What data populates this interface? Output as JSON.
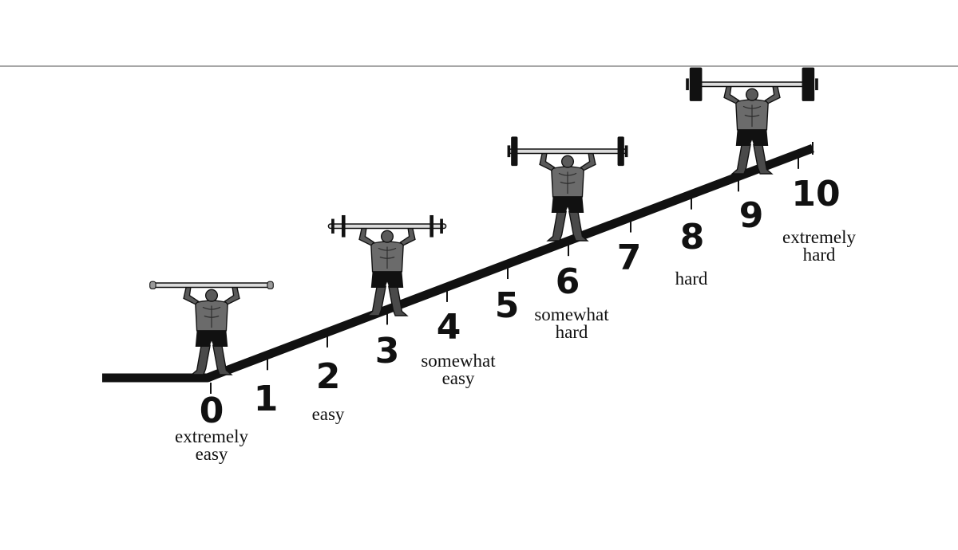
{
  "colors": {
    "ink": "#111111",
    "divider": "#8a8a8a",
    "background": "#ffffff"
  },
  "scale": {
    "points": [
      {
        "number": "0",
        "label": [
          "extremely",
          "easy"
        ]
      },
      {
        "number": "1",
        "label": []
      },
      {
        "number": "2",
        "label": [
          "easy"
        ]
      },
      {
        "number": "3",
        "label": []
      },
      {
        "number": "4",
        "label": [
          "somewhat",
          "easy"
        ]
      },
      {
        "number": "5",
        "label": []
      },
      {
        "number": "6",
        "label": [
          "somewhat",
          "hard"
        ]
      },
      {
        "number": "7",
        "label": []
      },
      {
        "number": "8",
        "label": [
          "hard"
        ]
      },
      {
        "number": "9",
        "label": []
      },
      {
        "number": "10",
        "label": [
          "extremely",
          "hard"
        ]
      }
    ]
  },
  "figures": [
    {
      "icon": "weightlifter-light-bar-icon",
      "at_point": 0
    },
    {
      "icon": "weightlifter-small-plates-icon",
      "at_point": 3
    },
    {
      "icon": "weightlifter-medium-plates-icon",
      "at_point": 6
    },
    {
      "icon": "weightlifter-heavy-plates-icon",
      "at_point": 9
    }
  ]
}
